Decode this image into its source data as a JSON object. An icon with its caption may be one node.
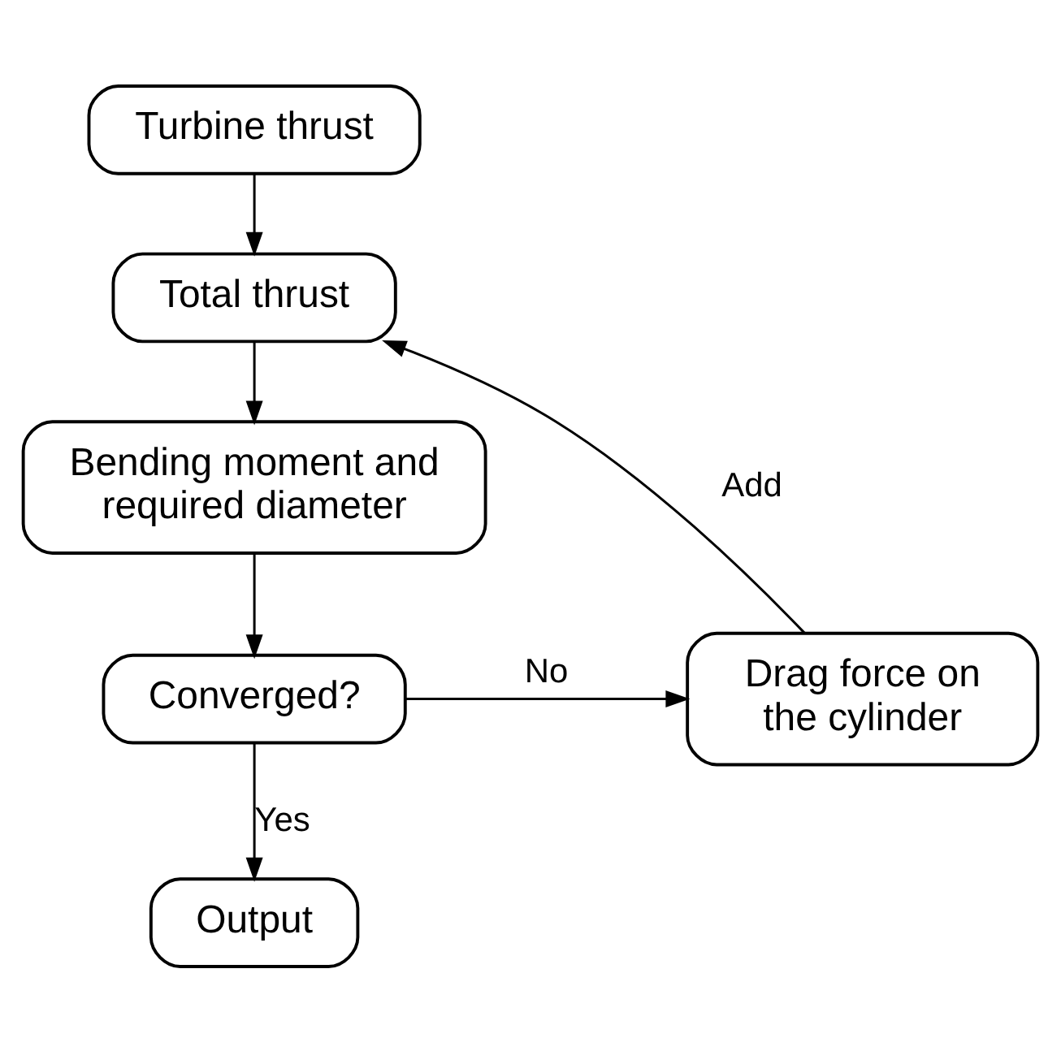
{
  "diagram": {
    "nodes": [
      {
        "text": [
          "Turbine thrust"
        ]
      },
      {
        "text": [
          "Total thrust"
        ]
      },
      {
        "text": [
          "Bending moment and required diameter"
        ]
      },
      {
        "text": [
          "Converged?"
        ]
      },
      {
        "text": [
          "Drag force on the cylinder"
        ]
      },
      {
        "text": [
          "Output"
        ]
      }
    ],
    "edges": [
      {
        "from": 0,
        "to": 1,
        "arrow": "to"
      },
      {
        "from": 1,
        "to": 2,
        "arrow": "to"
      },
      {
        "from": 2,
        "to": 3,
        "arrow": "to"
      },
      {
        "from": 3,
        "to": 4,
        "arrow": "to",
        "label": "No"
      },
      {
        "from": 4,
        "to": 1,
        "arrow": "to",
        "label": "Add"
      },
      {
        "from": 3,
        "to": 5,
        "arrow": "to",
        "label": "Yes"
      }
    ]
  }
}
